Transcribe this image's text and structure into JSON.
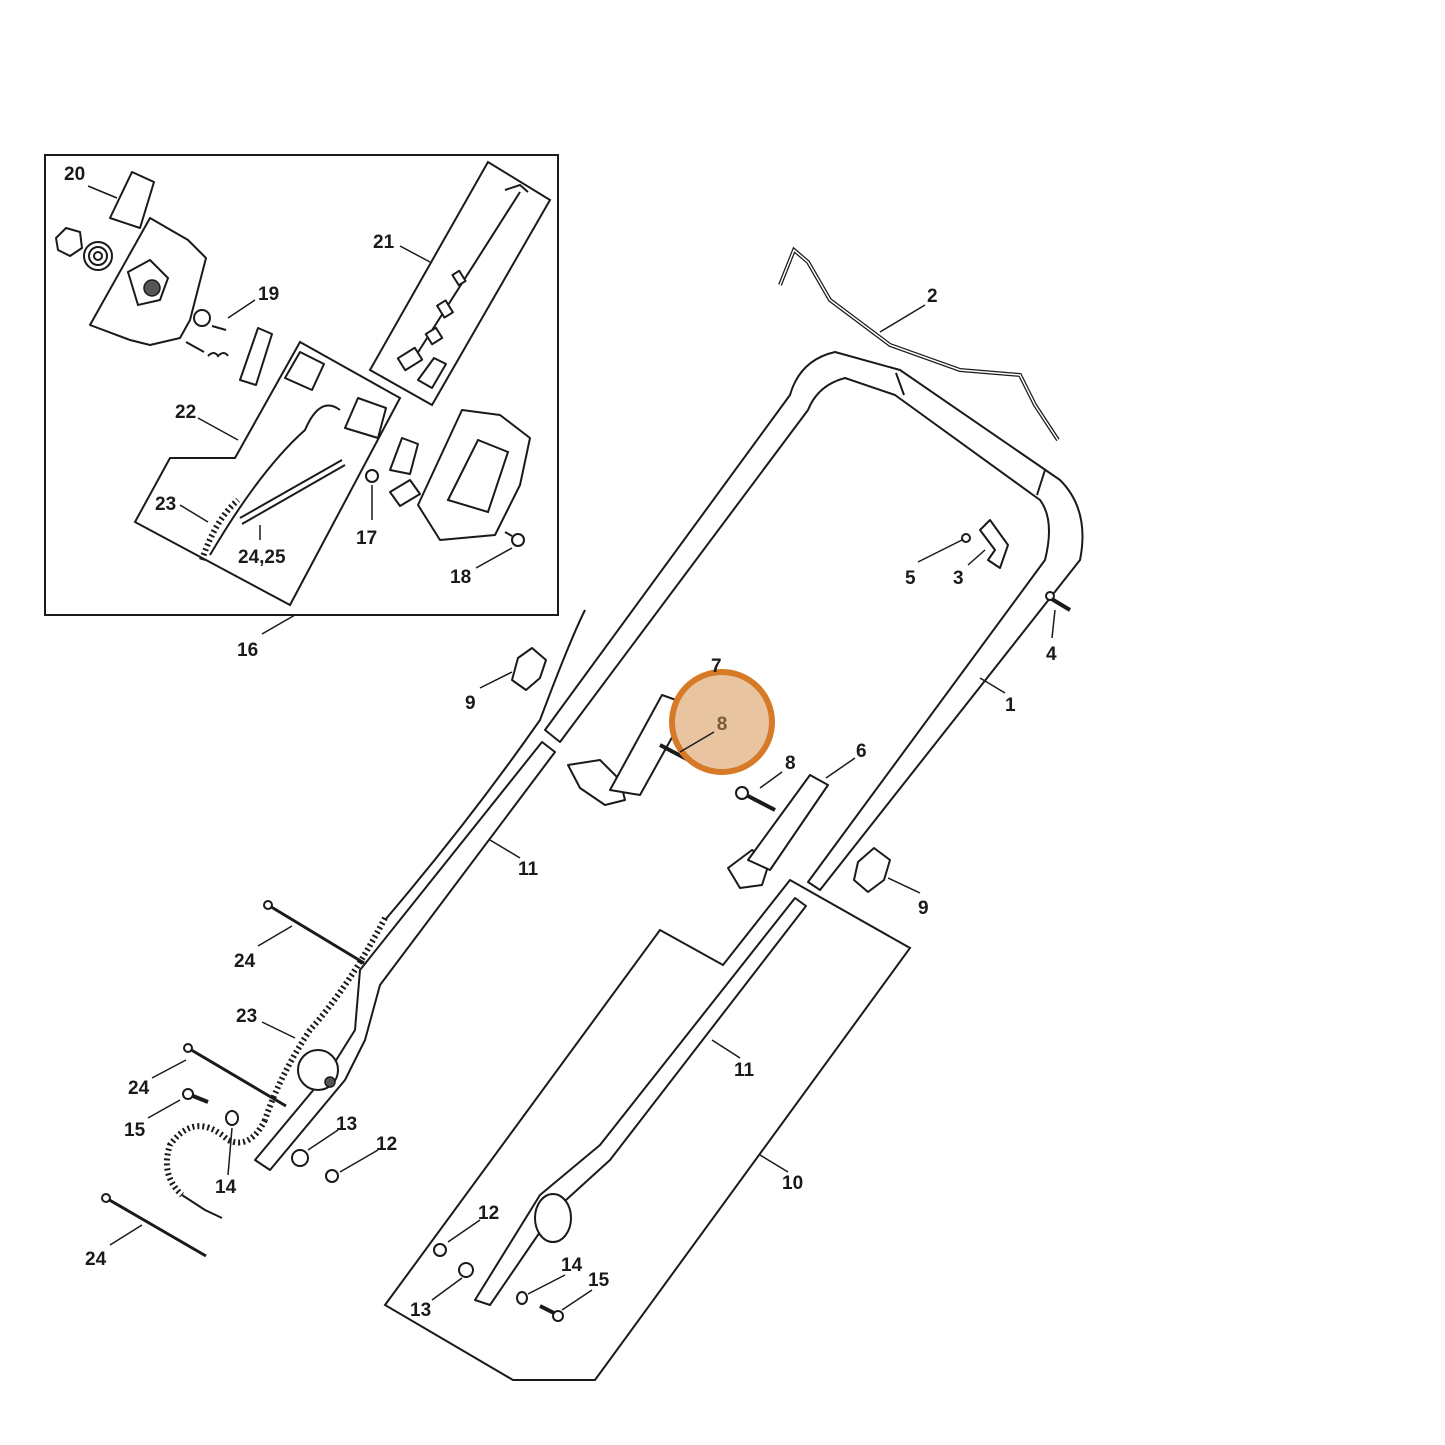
{
  "diagram": {
    "highlight": {
      "label": "8",
      "fill": "#e8c4a0",
      "stroke": "#d77a28"
    },
    "callouts": [
      {
        "id": "c20",
        "text": "20"
      },
      {
        "id": "c21",
        "text": "21"
      },
      {
        "id": "c19",
        "text": "19"
      },
      {
        "id": "c22",
        "text": "22"
      },
      {
        "id": "c23a",
        "text": "23"
      },
      {
        "id": "c2425a",
        "text": "24,25"
      },
      {
        "id": "c17",
        "text": "17"
      },
      {
        "id": "c18",
        "text": "18"
      },
      {
        "id": "c16",
        "text": "16"
      },
      {
        "id": "c2",
        "text": "2"
      },
      {
        "id": "c5",
        "text": "5"
      },
      {
        "id": "c3",
        "text": "3"
      },
      {
        "id": "c4",
        "text": "4"
      },
      {
        "id": "c1",
        "text": "1"
      },
      {
        "id": "c9a",
        "text": "9"
      },
      {
        "id": "c7",
        "text": "7"
      },
      {
        "id": "c8b",
        "text": "8"
      },
      {
        "id": "c6",
        "text": "6"
      },
      {
        "id": "c11a",
        "text": "11"
      },
      {
        "id": "c9b",
        "text": "9"
      },
      {
        "id": "c24a",
        "text": "24"
      },
      {
        "id": "c23b",
        "text": "23"
      },
      {
        "id": "c24b",
        "text": "24"
      },
      {
        "id": "c15a",
        "text": "15"
      },
      {
        "id": "c13a",
        "text": "13"
      },
      {
        "id": "c12a",
        "text": "12"
      },
      {
        "id": "c14a",
        "text": "14"
      },
      {
        "id": "c11b",
        "text": "11"
      },
      {
        "id": "c10",
        "text": "10"
      },
      {
        "id": "c24c",
        "text": "24"
      },
      {
        "id": "c12b",
        "text": "12"
      },
      {
        "id": "c14b",
        "text": "14"
      },
      {
        "id": "c15b",
        "text": "15"
      },
      {
        "id": "c13b",
        "text": "13"
      }
    ]
  }
}
